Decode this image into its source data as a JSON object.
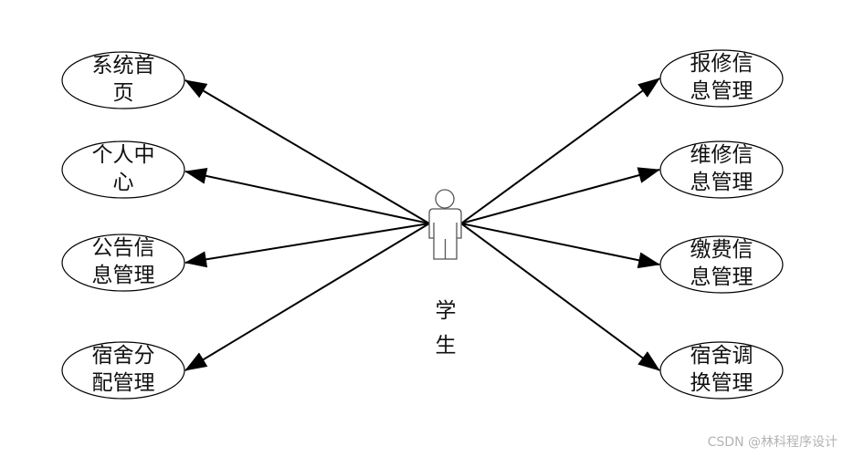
{
  "diagram": {
    "type": "use-case",
    "actor": {
      "name_line1": "学",
      "name_line2": "生",
      "name": "学生"
    },
    "use_cases_left": [
      {
        "line1": "系统首",
        "line2": "页",
        "full": "系统首页"
      },
      {
        "line1": "个人中",
        "line2": "心",
        "full": "个人中心"
      },
      {
        "line1": "公告信",
        "line2": "息管理",
        "full": "公告信息管理"
      },
      {
        "line1": "宿舍分",
        "line2": "配管理",
        "full": "宿舍分配管理"
      }
    ],
    "use_cases_right": [
      {
        "line1": "报修信",
        "line2": "息管理",
        "full": "报修信息管理"
      },
      {
        "line1": "维修信",
        "line2": "息管理",
        "full": "维修信息管理"
      },
      {
        "line1": "缴费信",
        "line2": "息管理",
        "full": "缴费信息管理"
      },
      {
        "line1": "宿舍调",
        "line2": "换管理",
        "full": "宿舍调换管理"
      }
    ],
    "colors": {
      "stroke": "#000000",
      "actor_stroke": "#555555",
      "text": "#111111",
      "watermark": "#b4b4b4"
    }
  },
  "watermark": "CSDN @林科程序设计"
}
